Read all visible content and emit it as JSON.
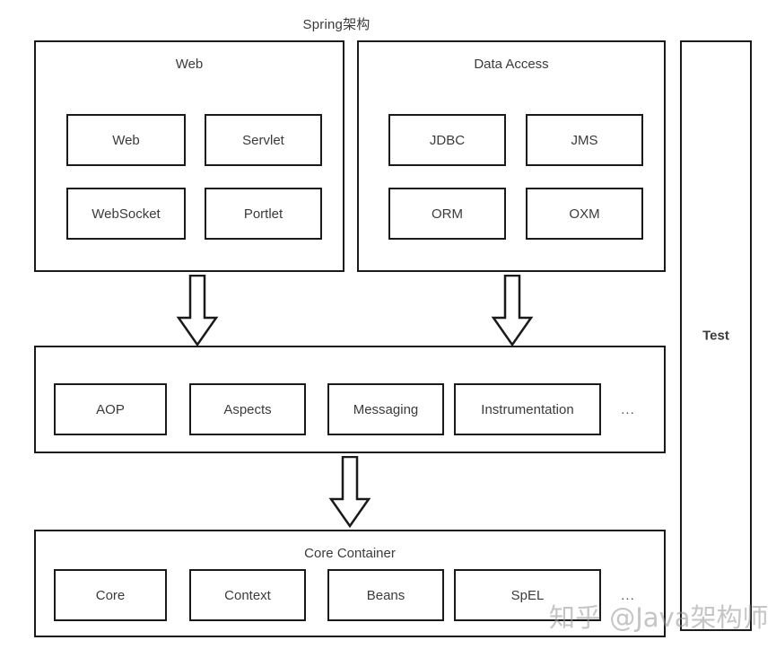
{
  "diagram": {
    "title": "Spring架构",
    "watermark": "知乎 @Java架构师",
    "ellipsis": "...",
    "colors": {
      "stroke": "#1a1a1a",
      "text": "#3b3b3b",
      "background": "#ffffff",
      "watermark": "#969696"
    }
  },
  "panels": {
    "web": {
      "title": "Web",
      "modules": [
        {
          "label": "Web"
        },
        {
          "label": "Servlet"
        },
        {
          "label": "WebSocket"
        },
        {
          "label": "Portlet"
        }
      ]
    },
    "data_access": {
      "title": "Data Access",
      "modules": [
        {
          "label": "JDBC"
        },
        {
          "label": "JMS"
        },
        {
          "label": "ORM"
        },
        {
          "label": "OXM"
        }
      ]
    },
    "aop": {
      "title": "",
      "modules": [
        {
          "label": "AOP"
        },
        {
          "label": "Aspects"
        },
        {
          "label": "Messaging"
        },
        {
          "label": "Instrumentation"
        }
      ],
      "more": "..."
    },
    "core_container": {
      "title": "Core Container",
      "modules": [
        {
          "label": "Core"
        },
        {
          "label": "Context"
        },
        {
          "label": "Beans"
        },
        {
          "label": "SpEL"
        }
      ],
      "more": "..."
    },
    "test": {
      "title": "Test"
    }
  },
  "arrows": [
    {
      "name": "web-to-aop"
    },
    {
      "name": "data-access-to-aop"
    },
    {
      "name": "aop-to-core-container"
    }
  ]
}
